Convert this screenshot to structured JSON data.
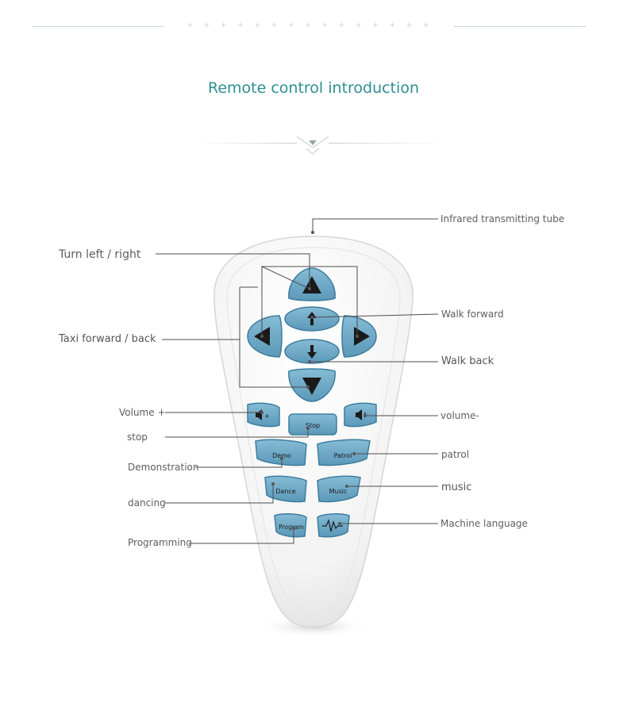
{
  "header": {
    "title": "Remote control introduction"
  },
  "labels": {
    "infrared": "Infrared transmitting tube",
    "turn": "Turn left / right",
    "walk_forward": "Walk forward",
    "taxi": "Taxi forward / back",
    "walk_back": "Walk back",
    "volume_plus": "Volume +",
    "volume_minus": "volume-",
    "stop": "stop",
    "patrol": "patrol",
    "demonstration": "Demonstration",
    "music": "music",
    "dancing": "dancing",
    "machine_language": "Machine language",
    "programming": "Programming"
  },
  "buttons": {
    "stop": "Stop",
    "demo": "Demo",
    "patrol": "Patrol",
    "dance": "Dance",
    "music": "Music",
    "program": "Program"
  },
  "colors": {
    "accent": "#2f8e90",
    "button": "#6aa9c8",
    "button_dark": "#3d7d9e",
    "body": "#f4f4f4",
    "leader": "#555555"
  },
  "icons": [
    "up-arrow-icon",
    "down-arrow-icon",
    "left-arrow-icon",
    "right-arrow-icon",
    "forward-arrow-icon",
    "back-arrow-icon",
    "volume-up-icon",
    "volume-down-icon",
    "waveform-icon"
  ]
}
